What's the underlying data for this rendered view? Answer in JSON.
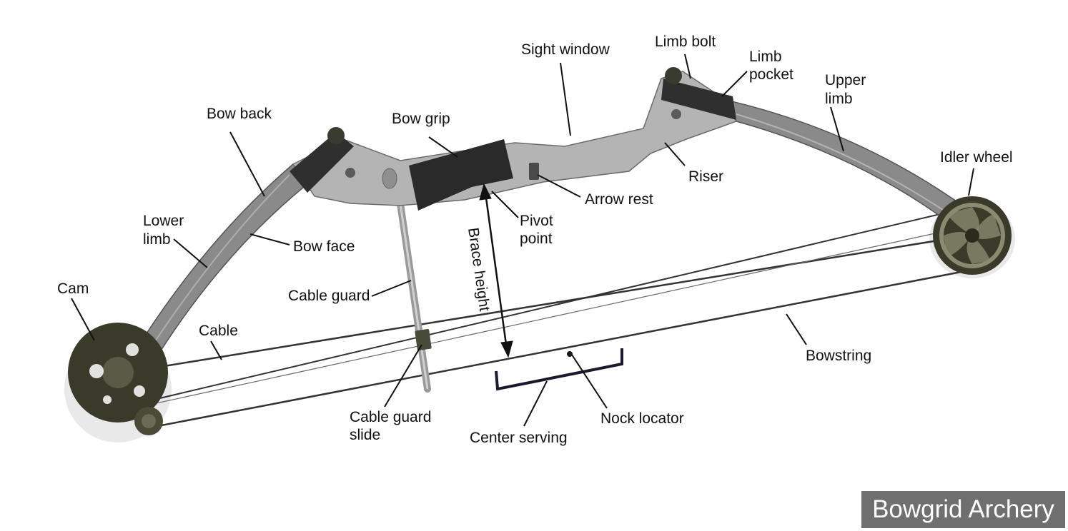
{
  "labels": {
    "bow_back": "Bow back",
    "bow_grip": "Bow grip",
    "sight_window": "Sight window",
    "limb_bolt": "Limb bolt",
    "limb_pocket": [
      "Limb",
      "pocket"
    ],
    "upper_limb": [
      "Upper",
      "limb"
    ],
    "idler_wheel": "Idler wheel",
    "riser": "Riser",
    "arrow_rest": "Arrow rest",
    "pivot_point": [
      "Pivot",
      "point"
    ],
    "brace_height": "Brace height",
    "lower_limb": [
      "Lower",
      "limb"
    ],
    "bow_face": "Bow face",
    "cam": "Cam",
    "cable_guard": "Cable guard",
    "cable": "Cable",
    "cable_guard_slide": [
      "Cable guard",
      "slide"
    ],
    "center_serving": "Center serving",
    "nock_locator": "Nock locator",
    "bowstring": "Bowstring"
  },
  "watermark": "Bowgrid Archery",
  "colors": {
    "limb": "#8a8a8a",
    "riser": "#b4b4b4",
    "grip": "#2a2a2a",
    "wheel": "#3a3a2a",
    "string": "#333333"
  }
}
